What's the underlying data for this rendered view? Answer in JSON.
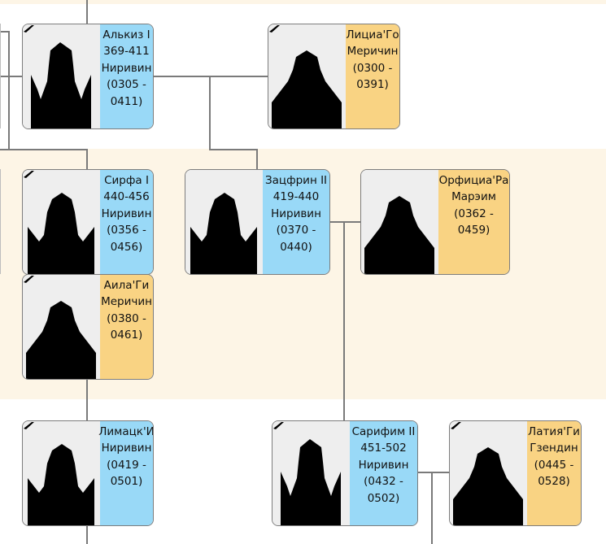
{
  "colors": {
    "male_info_bg": "#99d9f7",
    "female_info_bg": "#f9d383",
    "generation_band": "#fdf5e6",
    "connector": "#7a7a7a",
    "portrait_bg": "#eeeeee"
  },
  "icons": {
    "portrait": "silhouette-icon",
    "corner": "mourning-ribbon-icon"
  },
  "people": [
    {
      "id": "alkiz",
      "name": "Алькиз I",
      "reign": "369-411",
      "house": "Ниривин",
      "dates": [
        "(0305 -",
        "0411)"
      ],
      "sex": "male"
    },
    {
      "id": "licia",
      "name": "Лициа'Го",
      "reign": "",
      "house": "Меричин",
      "dates": [
        "(0300 -",
        "0391)"
      ],
      "sex": "female"
    },
    {
      "id": "sirfa",
      "name": "Сирфа I",
      "reign": "440-456",
      "house": "Ниривин",
      "dates": [
        "(0356 -",
        "0456)"
      ],
      "sex": "male"
    },
    {
      "id": "zacfrin",
      "name": "Зацфрин II",
      "reign": "419-440",
      "house": "Ниривин",
      "dates": [
        "(0370 -",
        "0440)"
      ],
      "sex": "male"
    },
    {
      "id": "orficia",
      "name": "Орфициа'Ра",
      "reign": "",
      "house": "Марэим",
      "dates": [
        "(0362 -",
        "0459)"
      ],
      "sex": "female"
    },
    {
      "id": "aila",
      "name": "Аила'Ги",
      "reign": "",
      "house": "Меричин",
      "dates": [
        "(0380 -",
        "0461)"
      ],
      "sex": "female"
    },
    {
      "id": "limack",
      "name": "Лимацк'И",
      "reign": "",
      "house": "Ниривин",
      "dates": [
        "(0419 -",
        "0501)"
      ],
      "sex": "male"
    },
    {
      "id": "sarifim",
      "name": "Сарифим II",
      "reign": "451-502",
      "house": "Ниривин",
      "dates": [
        "(0432 -",
        "0502)"
      ],
      "sex": "male"
    },
    {
      "id": "latia",
      "name": "Латия'Ги",
      "reign": "",
      "house": "Гзендин",
      "dates": [
        "(0445 -",
        "0528)"
      ],
      "sex": "female"
    }
  ]
}
